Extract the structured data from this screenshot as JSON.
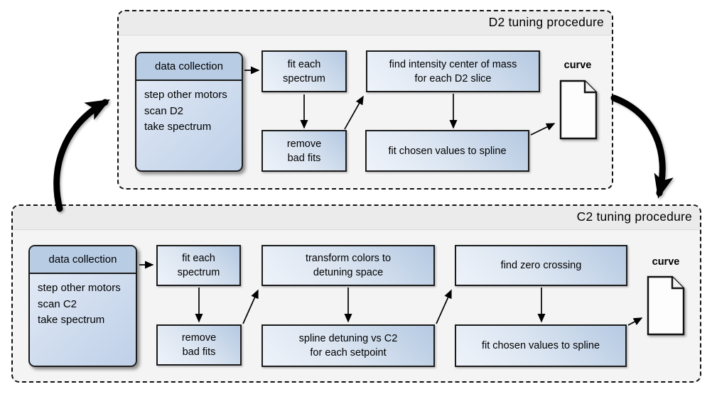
{
  "colors": {
    "panel_background": "#f4f4f4",
    "panel_titlebar_background": "#ebebeb",
    "panel_border": "#111111",
    "box_border": "#1b1b1b",
    "box_gradient_light": "#eff3fa",
    "box_gradient_dark": "#b5c9e2",
    "data_collection_header_fill": "#b8cce4",
    "arrow_color": "#000000",
    "document_fill": "#fdfdfd"
  },
  "procedures": [
    {
      "title": "D2 tuning procedure",
      "data_collection": {
        "header": "data collection",
        "body": "step other motors\nscan D2\ntake spectrum"
      },
      "steps": {
        "fit_each_spectrum": "fit each\nspectrum",
        "remove_bad_fits": "remove\nbad fits",
        "find_intensity_com": "find intensity center of mass\nfor each D2 slice",
        "fit_spline": "fit chosen values to spline"
      },
      "output_label": "curve"
    },
    {
      "title": "C2 tuning procedure",
      "data_collection": {
        "header": "data collection",
        "body": "step other motors\nscan C2\ntake spectrum"
      },
      "steps": {
        "fit_each_spectrum": "fit each\nspectrum",
        "remove_bad_fits": "remove\nbad fits",
        "transform_colors": "transform colors to\ndetuning space",
        "spline_detuning": "spline detuning vs C2\nfor each setpoint",
        "find_zero_crossing": "find zero crossing",
        "fit_spline": "fit chosen values to spline"
      },
      "output_label": "curve"
    }
  ]
}
